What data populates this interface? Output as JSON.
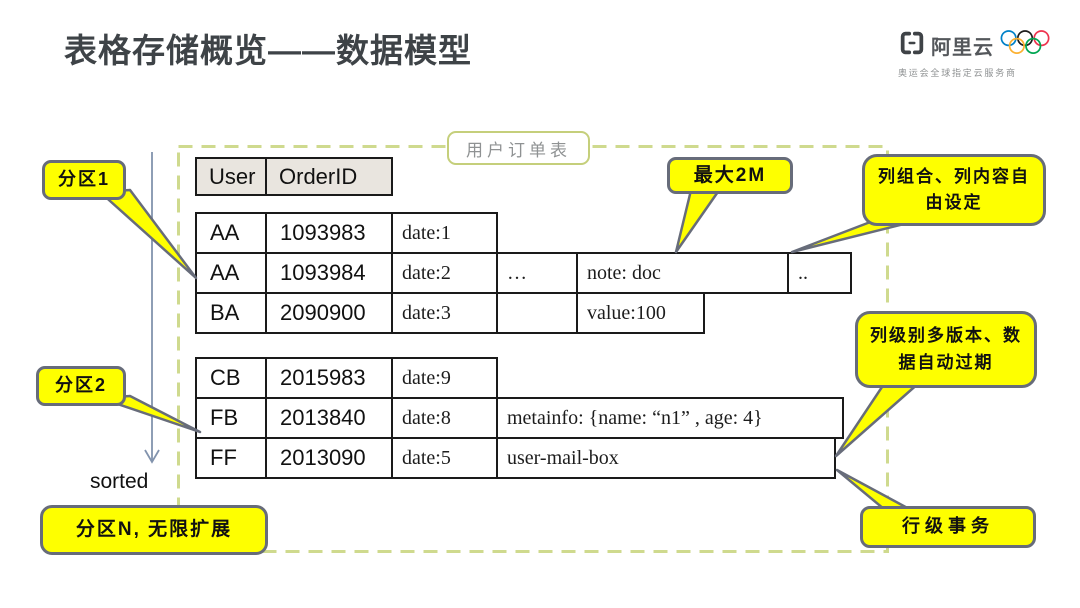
{
  "title": "表格存储概览——数据模型",
  "logo": {
    "brand": "阿里云",
    "tagline": "奥运会全球指定云服务商",
    "icons": [
      "alibaba-cloud-bracket-icon",
      "olympic-rings-icon"
    ]
  },
  "diagram": {
    "table_label": "用户订单表",
    "sorted_label": "sorted",
    "columns": {
      "user": "User",
      "orderid": "OrderID"
    },
    "partition1": {
      "rows": [
        {
          "user": "AA",
          "orderid": "1093983",
          "cells": [
            "date:1"
          ]
        },
        {
          "user": "AA",
          "orderid": "1093984",
          "cells": [
            "date:2",
            "…",
            "note: doc",
            ".."
          ]
        },
        {
          "user": "BA",
          "orderid": "2090900",
          "cells": [
            "date:3",
            "",
            "value:100"
          ]
        }
      ]
    },
    "partition2": {
      "rows": [
        {
          "user": "CB",
          "orderid": "2015983",
          "cells": [
            "date:9"
          ]
        },
        {
          "user": "FB",
          "orderid": "2013840",
          "cells": [
            "date:8",
            "metainfo: {name: “n1” , age: 4}"
          ]
        },
        {
          "user": "FF",
          "orderid": "2013090",
          "cells": [
            "date:5",
            "user-mail-box"
          ]
        }
      ]
    }
  },
  "callouts": {
    "partition1": "分区1",
    "partition2": "分区2",
    "partitionN": "分区N, 无限扩展",
    "max2m": "最大2M",
    "column_free": "列组合、列内容自由设定",
    "multi_version": "列级别多版本、数据自动过期",
    "row_transaction": "行级事务"
  },
  "colors": {
    "callout_fill": "#FEFF00",
    "callout_border": "#676C7A",
    "dashed_border": "#CFDA8E",
    "header_cell_bg": "#E9E5DF",
    "title_text": "#3E4347",
    "sorted_arrow": "#8293AD"
  }
}
